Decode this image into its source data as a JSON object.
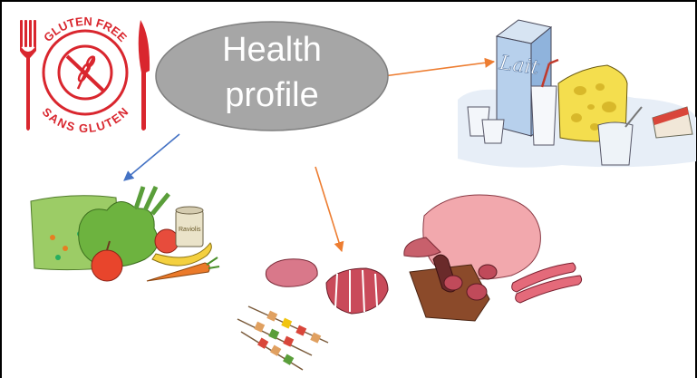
{
  "center_node": {
    "line1": "Health",
    "line2": "profile",
    "fill": "#a6a6a6",
    "stroke": "#7f7f7f"
  },
  "logo": {
    "text_top": "GLUTEN FREE",
    "text_bottom": "SANS GLUTEN",
    "color": "#d9262e"
  },
  "arrows": {
    "to_dairy_color": "#ed7d31",
    "to_meat_color": "#ed7d31",
    "to_produce_color": "#4472c4"
  },
  "images": {
    "dairy": {
      "carton_text": "Lait"
    },
    "produce": {
      "can_text": "Raviolis"
    }
  }
}
